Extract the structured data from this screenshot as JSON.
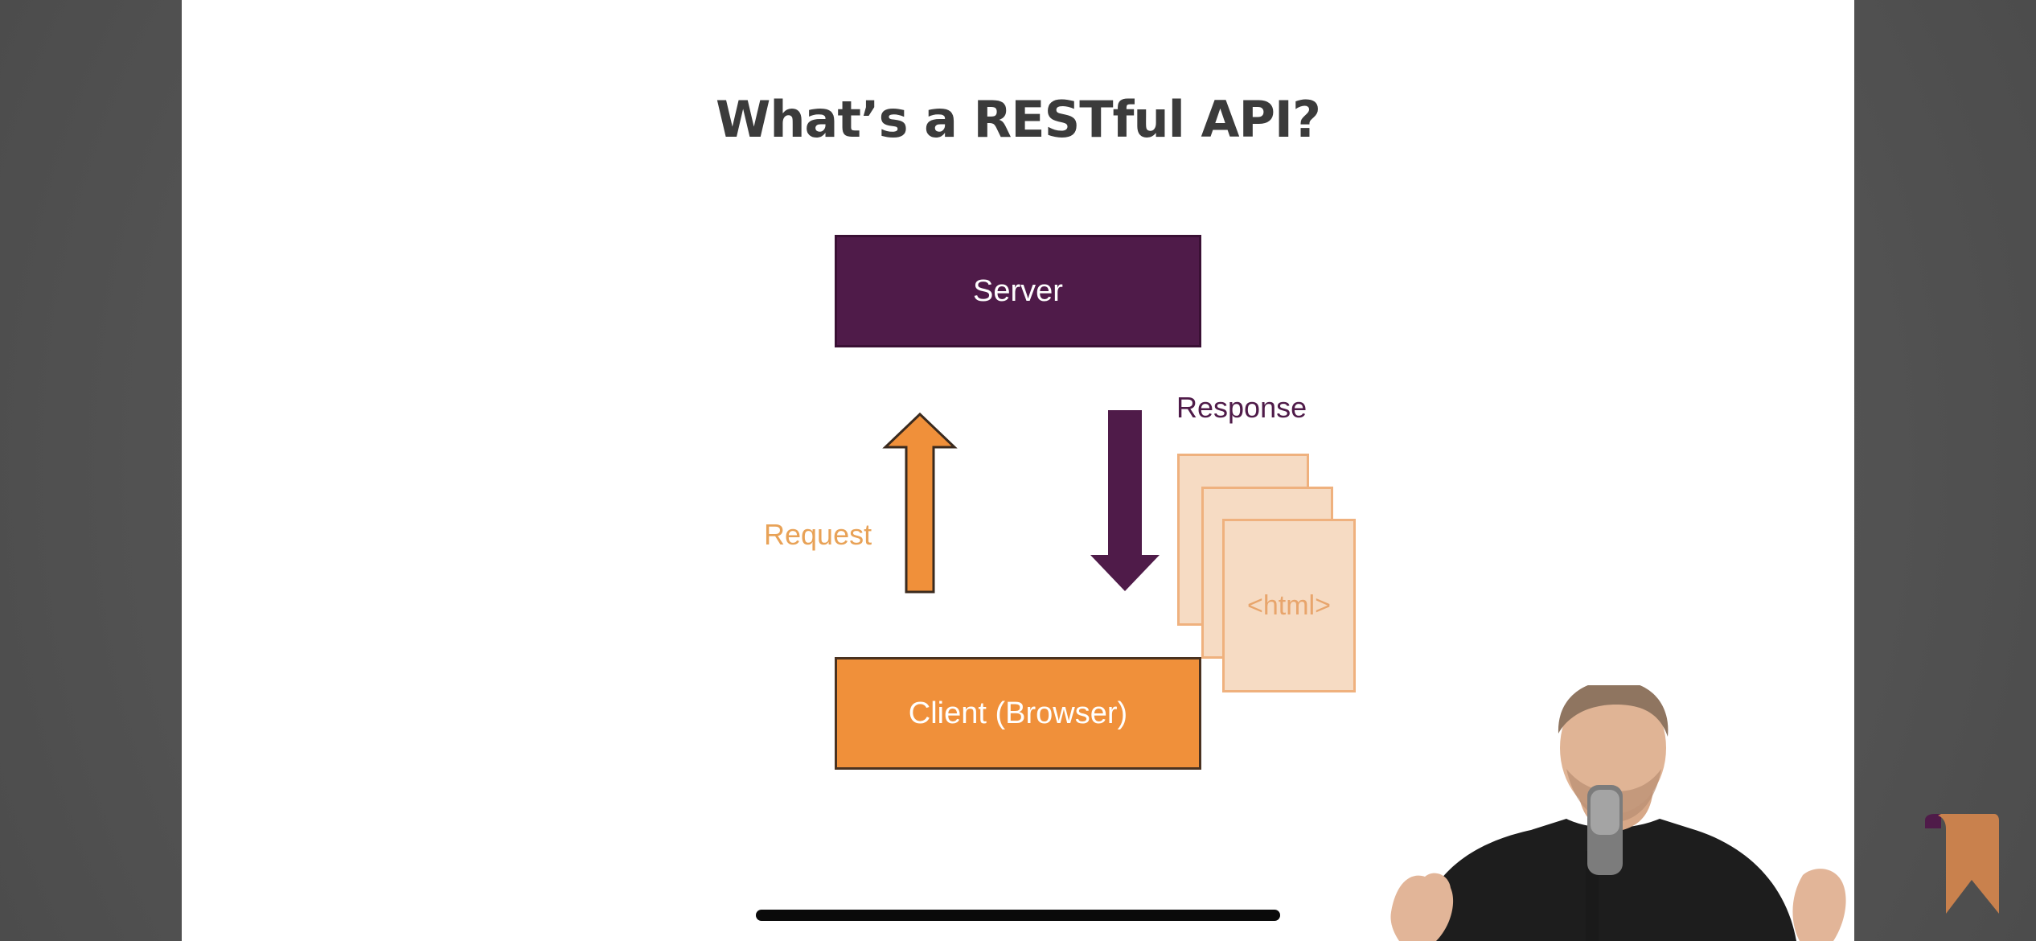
{
  "slide": {
    "title": "What’s a RESTful API?"
  },
  "diagram": {
    "server_label": "Server",
    "client_label": "Client (Browser)",
    "request_label": "Request",
    "response_label": "Response",
    "page_label": "<html>"
  },
  "colors": {
    "server": "#4f1b49",
    "client": "#f0903a",
    "request_arrow": "#f0903a",
    "response_arrow": "#4f1b49",
    "page_fill": "#f6dbc3",
    "page_border": "#efb17e",
    "brand": "#c9814d"
  },
  "icons": {
    "request_arrow": "arrow-up-icon",
    "response_arrow": "arrow-down-icon",
    "brand": "bookmark-logo-icon"
  }
}
